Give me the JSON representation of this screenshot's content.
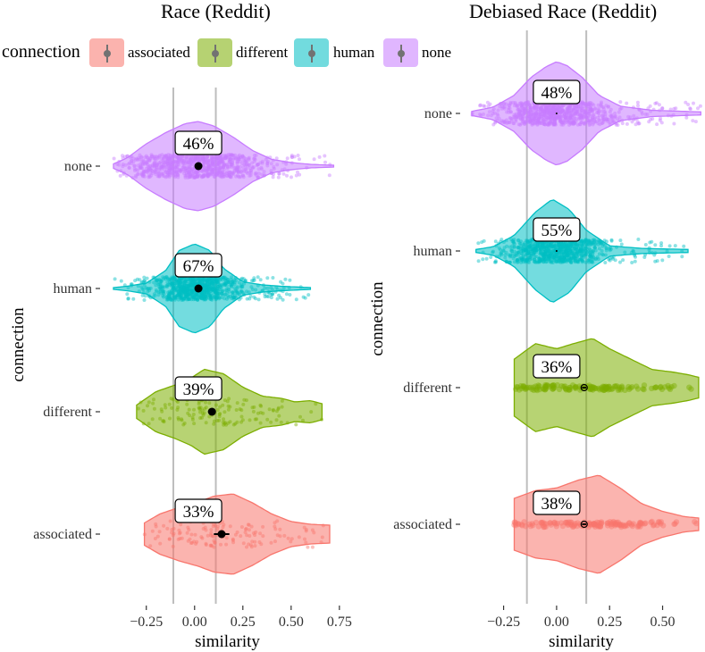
{
  "legend": {
    "title": "connection",
    "items": [
      {
        "label": "associated",
        "color": "#F8766D"
      },
      {
        "label": "different",
        "color": "#7CAE00"
      },
      {
        "label": "human",
        "color": "#00BFC4"
      },
      {
        "label": "none",
        "color": "#C77CFF"
      }
    ]
  },
  "chart_data": [
    {
      "type": "violin",
      "title": "Race (Reddit)",
      "xlabel": "similarity",
      "ylabel": "connection",
      "xlim": [
        -0.42,
        0.76
      ],
      "xticks": [
        -0.25,
        0.0,
        0.25,
        0.5,
        0.75
      ],
      "xtick_labels": [
        "−0.25",
        "0.00",
        "0.25",
        "0.50",
        "0.75"
      ],
      "vlines": [
        -0.11,
        0.11
      ],
      "categories": [
        "none",
        "human",
        "different",
        "associated"
      ],
      "series": [
        {
          "category": "none",
          "color": "#C77CFF",
          "percent_label": "46%",
          "mean": 0.02,
          "ci": [
            0.01,
            0.03
          ],
          "range": [
            -0.42,
            0.72
          ],
          "violin": [
            [
              -0.42,
              0.05
            ],
            [
              -0.35,
              0.18
            ],
            [
              -0.25,
              0.5
            ],
            [
              -0.15,
              0.75
            ],
            [
              -0.05,
              0.95
            ],
            [
              0.02,
              1.0
            ],
            [
              0.1,
              0.9
            ],
            [
              0.2,
              0.65
            ],
            [
              0.3,
              0.35
            ],
            [
              0.4,
              0.15
            ],
            [
              0.5,
              0.08
            ],
            [
              0.6,
              0.04
            ],
            [
              0.72,
              0.02
            ]
          ]
        },
        {
          "category": "human",
          "color": "#00BFC4",
          "percent_label": "67%",
          "mean": 0.02,
          "ci": [
            0.015,
            0.025
          ],
          "range": [
            -0.42,
            0.6
          ],
          "violin": [
            [
              -0.42,
              0.02
            ],
            [
              -0.35,
              0.05
            ],
            [
              -0.25,
              0.12
            ],
            [
              -0.15,
              0.4
            ],
            [
              -0.08,
              0.85
            ],
            [
              0.0,
              1.0
            ],
            [
              0.08,
              0.85
            ],
            [
              0.15,
              0.45
            ],
            [
              0.25,
              0.15
            ],
            [
              0.35,
              0.08
            ],
            [
              0.45,
              0.05
            ],
            [
              0.6,
              0.02
            ]
          ]
        },
        {
          "category": "different",
          "color": "#7CAE00",
          "percent_label": "39%",
          "mean": 0.09,
          "ci": [
            0.07,
            0.11
          ],
          "range": [
            -0.3,
            0.66
          ],
          "violin": [
            [
              -0.3,
              0.15
            ],
            [
              -0.2,
              0.45
            ],
            [
              -0.1,
              0.6
            ],
            [
              -0.02,
              0.75
            ],
            [
              0.05,
              0.95
            ],
            [
              0.15,
              0.85
            ],
            [
              0.25,
              0.55
            ],
            [
              0.35,
              0.35
            ],
            [
              0.45,
              0.3
            ],
            [
              0.52,
              0.22
            ],
            [
              0.6,
              0.25
            ],
            [
              0.66,
              0.18
            ]
          ]
        },
        {
          "category": "associated",
          "color": "#F8766D",
          "percent_label": "33%",
          "mean": 0.14,
          "ci": [
            0.1,
            0.18
          ],
          "range": [
            -0.26,
            0.7
          ],
          "violin": [
            [
              -0.26,
              0.25
            ],
            [
              -0.18,
              0.45
            ],
            [
              -0.08,
              0.6
            ],
            [
              0.02,
              0.72
            ],
            [
              0.1,
              0.85
            ],
            [
              0.2,
              0.9
            ],
            [
              0.3,
              0.7
            ],
            [
              0.4,
              0.45
            ],
            [
              0.5,
              0.28
            ],
            [
              0.6,
              0.22
            ],
            [
              0.7,
              0.2
            ]
          ]
        }
      ]
    },
    {
      "type": "violin",
      "title": "Debiased Race (Reddit)",
      "xlabel": "similarity",
      "ylabel": "connection",
      "xlim": [
        -0.4,
        0.7
      ],
      "xticks": [
        -0.25,
        0.0,
        0.25,
        0.5
      ],
      "xtick_labels": [
        "−0.25",
        "0.00",
        "0.25",
        "0.50"
      ],
      "vlines": [
        -0.14,
        0.14
      ],
      "categories": [
        "none",
        "human",
        "different",
        "associated"
      ],
      "series": [
        {
          "category": "none",
          "color": "#C77CFF",
          "percent_label": "48%",
          "mean": 0.0,
          "ci": [
            0.0,
            0.0
          ],
          "range": [
            -0.4,
            0.68
          ],
          "violin": [
            [
              -0.4,
              0.04
            ],
            [
              -0.3,
              0.12
            ],
            [
              -0.2,
              0.35
            ],
            [
              -0.12,
              0.7
            ],
            [
              -0.05,
              0.9
            ],
            [
              0.0,
              1.0
            ],
            [
              0.05,
              0.92
            ],
            [
              0.12,
              0.7
            ],
            [
              0.2,
              0.35
            ],
            [
              0.3,
              0.14
            ],
            [
              0.45,
              0.06
            ],
            [
              0.68,
              0.03
            ]
          ]
        },
        {
          "category": "human",
          "color": "#00BFC4",
          "percent_label": "55%",
          "mean": 0.0,
          "ci": [
            0.0,
            0.0
          ],
          "range": [
            -0.38,
            0.62
          ],
          "violin": [
            [
              -0.38,
              0.03
            ],
            [
              -0.3,
              0.08
            ],
            [
              -0.2,
              0.3
            ],
            [
              -0.1,
              0.75
            ],
            [
              -0.02,
              1.0
            ],
            [
              0.06,
              0.8
            ],
            [
              0.14,
              0.4
            ],
            [
              0.25,
              0.1
            ],
            [
              0.4,
              0.05
            ],
            [
              0.5,
              0.04
            ],
            [
              0.62,
              0.03
            ]
          ]
        },
        {
          "category": "different",
          "color": "#7CAE00",
          "percent_label": "36%",
          "mean": 0.13,
          "ci": [
            0.12,
            0.14
          ],
          "range": [
            -0.2,
            0.67
          ],
          "violin": [
            [
              -0.2,
              0.55
            ],
            [
              -0.1,
              0.85
            ],
            [
              0.0,
              0.75
            ],
            [
              0.08,
              0.85
            ],
            [
              0.17,
              0.95
            ],
            [
              0.25,
              0.75
            ],
            [
              0.35,
              0.55
            ],
            [
              0.45,
              0.35
            ],
            [
              0.55,
              0.3
            ],
            [
              0.62,
              0.25
            ],
            [
              0.67,
              0.2
            ]
          ]
        },
        {
          "category": "associated",
          "color": "#F8766D",
          "percent_label": "38%",
          "mean": 0.13,
          "ci": [
            0.12,
            0.14
          ],
          "range": [
            -0.2,
            0.67
          ],
          "violin": [
            [
              -0.2,
              0.5
            ],
            [
              -0.1,
              0.65
            ],
            [
              0.0,
              0.7
            ],
            [
              0.1,
              0.85
            ],
            [
              0.2,
              0.95
            ],
            [
              0.3,
              0.7
            ],
            [
              0.4,
              0.4
            ],
            [
              0.5,
              0.25
            ],
            [
              0.6,
              0.15
            ],
            [
              0.67,
              0.12
            ]
          ]
        }
      ]
    }
  ]
}
